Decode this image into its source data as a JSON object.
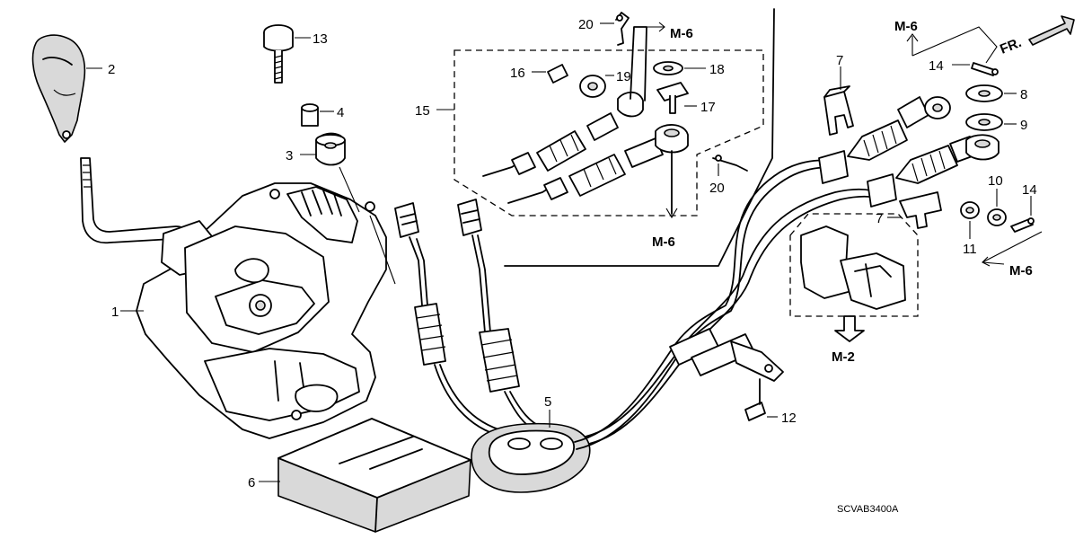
{
  "diagram": {
    "callouts": {
      "p1": "1",
      "p2": "2",
      "p3": "3",
      "p4": "4",
      "p5": "5",
      "p6": "6",
      "p7a": "7",
      "p7b": "7",
      "p8": "8",
      "p9": "9",
      "p10": "10",
      "p11": "11",
      "p12": "12",
      "p13": "13",
      "p14a": "14",
      "p14b": "14",
      "p15": "15",
      "p16": "16",
      "p17": "17",
      "p18": "18",
      "p19": "19",
      "p20a": "20",
      "p20b": "20"
    },
    "references": {
      "m6_top": "M-6",
      "m6_bottom": "M-6",
      "m6_right_top": "M-6",
      "m6_right_bottom": "M-6",
      "m2": "M-2"
    },
    "front_arrow": "FR.",
    "diagram_code": "SCVAB3400A"
  }
}
